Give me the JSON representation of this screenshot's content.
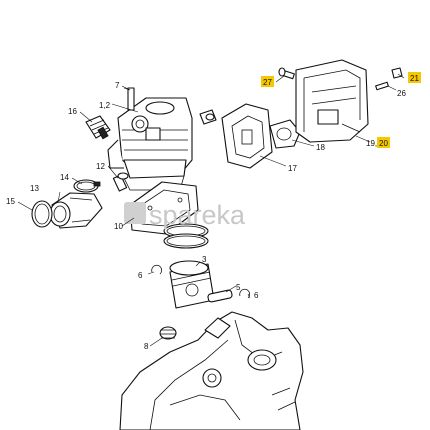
{
  "watermark": {
    "brand": "spareka",
    "color": "#c8c8c8"
  },
  "highlight_color": "#f6c800",
  "labels": {
    "l1_2": "1,2",
    "l3": "3",
    "l5": "5",
    "l6a": "6",
    "l6b": "6",
    "l7": "7",
    "l8": "8",
    "l10": "10",
    "l12": "12",
    "l13": "13",
    "l14": "14",
    "l15": "15",
    "l16": "16",
    "l17": "17",
    "l18": "18",
    "l19": "19,",
    "l20": "20",
    "l21": "21",
    "l26": "26",
    "l27": "27"
  }
}
